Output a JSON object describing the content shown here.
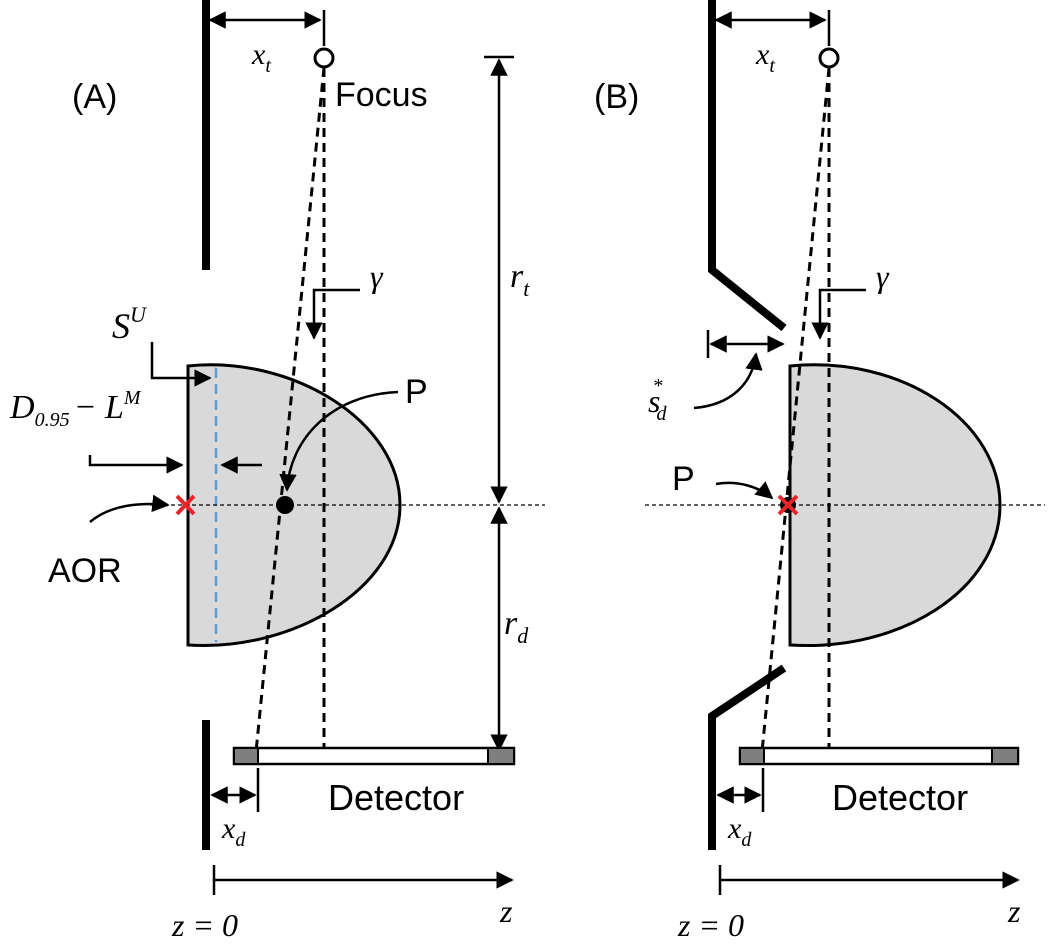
{
  "panel_a": {
    "label": "(A)",
    "focus_label": "Focus",
    "xt_label": "x",
    "xt_sub": "t",
    "rt_label": "r",
    "rt_sub": "t",
    "rd_label": "r",
    "rd_sub": "d",
    "gamma_label": "γ",
    "su_label": "S",
    "su_sup": "U",
    "d095_label": "D",
    "d095_sub": "0.95",
    "d095_minus": "− L",
    "d095_sup": "M",
    "p_label": "P",
    "aor_label": "AOR",
    "detector_label": "Detector",
    "xd_label": "x",
    "xd_sub": "d",
    "z0_label": "z = 0",
    "z_label": "z"
  },
  "panel_b": {
    "label": "(B)",
    "xt_label": "x",
    "xt_sub": "t",
    "gamma_label": "γ",
    "sd_label": "s",
    "sd_sub": "d",
    "sd_sup": "*",
    "p_label": "P",
    "detector_label": "Detector",
    "xd_label": "x",
    "xd_sub": "d",
    "z0_label": "z = 0",
    "z_label": "z"
  },
  "colors": {
    "phantom_fill": "#d9d9d9",
    "aor_marker": "#e8242b",
    "breast_boundary_dash": "#5b9bd5",
    "detector_edge": "#7f7f7f"
  }
}
